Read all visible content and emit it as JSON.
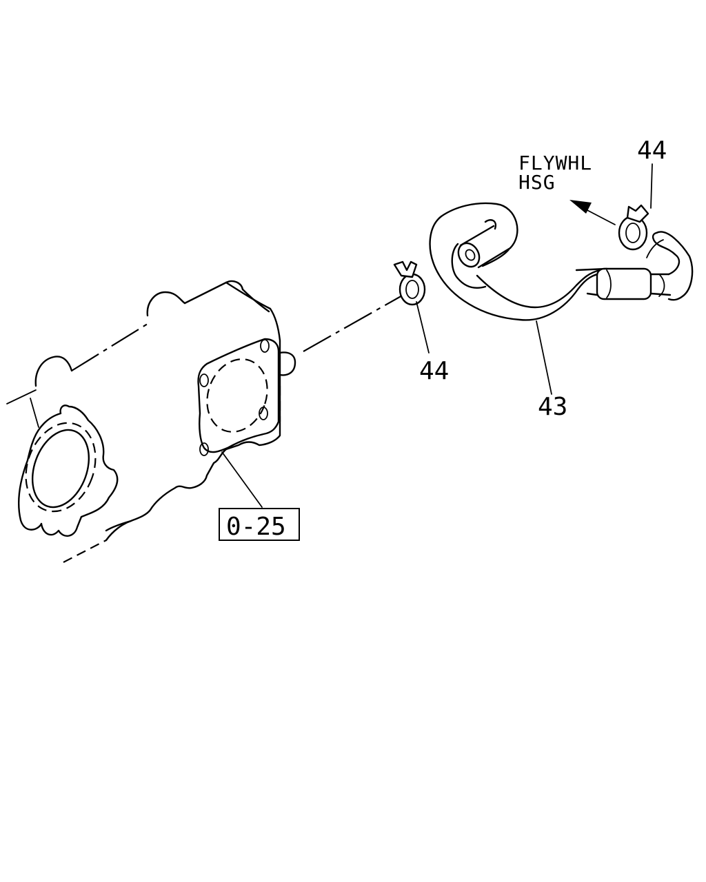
{
  "diagram": {
    "type": "exploded-parts-diagram",
    "callouts": {
      "clamp_upper": "44",
      "clamp_lower": "44",
      "hose": "43",
      "reference": "0-25"
    },
    "direction_note": {
      "line1": "FLYWHL",
      "line2": "HSG"
    }
  }
}
